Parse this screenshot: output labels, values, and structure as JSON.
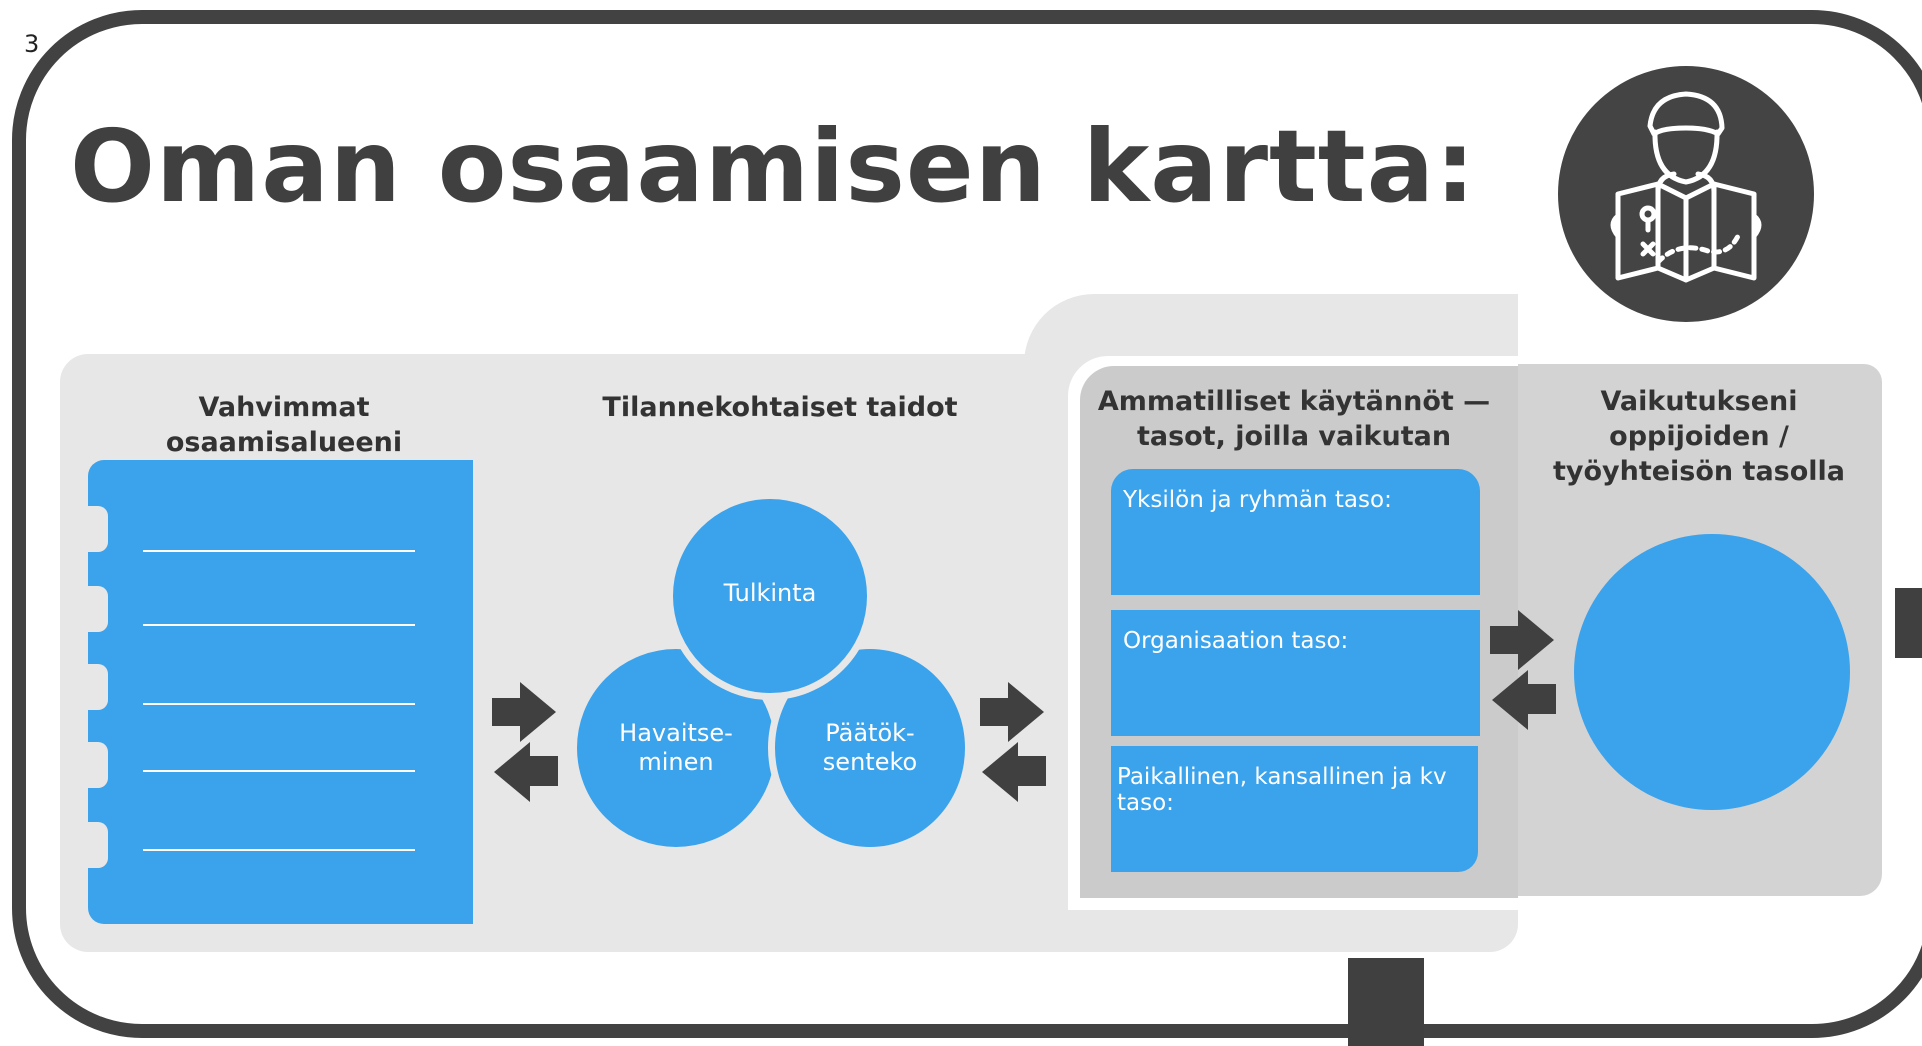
{
  "page_number": "3",
  "title": "Oman osaamisen kartta:",
  "columns": {
    "col1_heading": "Vahvimmat osaamisalueeni",
    "col2_heading": "Tilannekohtaiset taidot",
    "col3_heading": "Ammatilliset käytännöt — tasot, joilla vaikutan",
    "col4_heading": "Vaikutukseni oppijoiden / työyhteisön tasolla"
  },
  "circles": {
    "tulkinta": "Tulkinta",
    "havaitseminen": "Havaitse-\nminen",
    "paatoksenteko": "Päätök-\nsenteko"
  },
  "levels": [
    {
      "label": "Yksilön ja ryhmän taso:"
    },
    {
      "label": "Organisaation taso:"
    },
    {
      "label": "Paikallinen, kansallinen ja kv taso:"
    }
  ],
  "icons": {
    "avatar": "person-reading-map-icon",
    "arrows": "double-arrow-icon"
  },
  "colors": {
    "accent_blue": "#3ba2ec",
    "dark_gray": "#424242",
    "panel_light": "#e7e7e7",
    "panel_mid": "#cbcbcb"
  }
}
